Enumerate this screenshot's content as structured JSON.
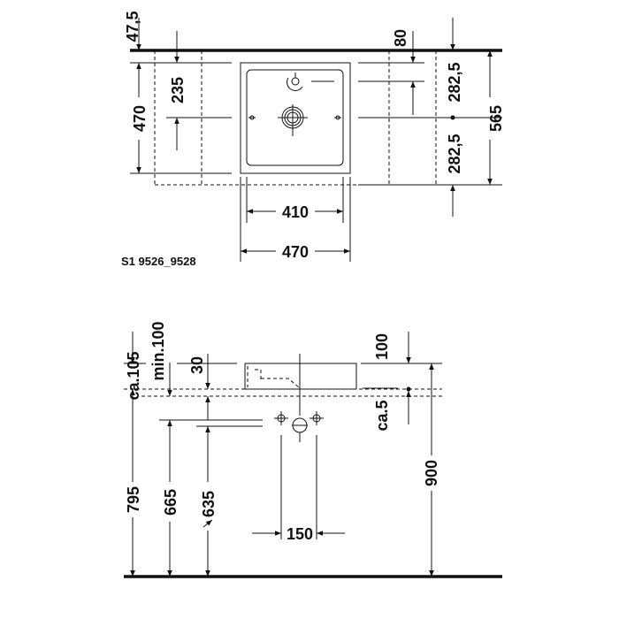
{
  "drawing_id": "S1 9526_9528",
  "top_view": {
    "dims": {
      "wall_offset": "47,5",
      "tap_from_top": "235",
      "depth_left": "470",
      "tap_offset": "80",
      "half_upper": "282,5",
      "half_lower": "282,5",
      "total_depth": "565",
      "inner_width": "410",
      "outer_width": "470"
    }
  },
  "side_view": {
    "dims": {
      "ca105": "ca.105",
      "min100": "min.100",
      "thirty": "30",
      "hundred": "100",
      "ca5": "ca.5",
      "h900": "900",
      "h795": "795",
      "h665": "665",
      "h635": "635",
      "w150": "150"
    }
  }
}
